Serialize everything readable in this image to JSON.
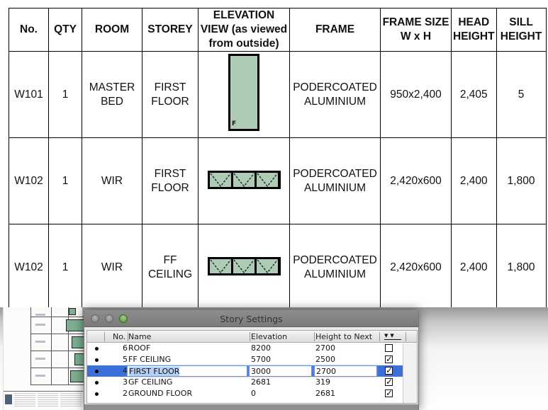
{
  "schedule": {
    "headers": {
      "no": "No.",
      "qty": "QTY",
      "room": "ROOM",
      "storey": "STOREY",
      "elevation": "ELEVATION VIEW (as viewed from outside)",
      "frame": "FRAME",
      "frame_size": "FRAME SIZE W x H",
      "head_height": "HEAD HEIGHT",
      "sill_height": "SILL HEIGHT"
    },
    "rows": [
      {
        "no": "W101",
        "qty": "1",
        "room": "MASTER BED",
        "storey": "FIRST FLOOR",
        "elevation_type": "fixed-tall",
        "elevation_flag": "F",
        "frame": "PODERCOATED ALUMINIUM",
        "frame_size": "950x2,400",
        "head_height": "2,405",
        "sill_height": "5"
      },
      {
        "no": "W102",
        "qty": "1",
        "room": "WIR",
        "storey": "FIRST FLOOR",
        "elevation_type": "awning-3-pane",
        "frame": "PODERCOATED ALUMINIUM",
        "frame_size": "2,420x600",
        "head_height": "2,400",
        "sill_height": "1,800"
      },
      {
        "no": "W102",
        "qty": "1",
        "room": "WIR",
        "storey": "FF CEILING",
        "elevation_type": "awning-3-pane",
        "frame": "PODERCOATED ALUMINIUM",
        "frame_size": "2,420x600",
        "head_height": "2,400",
        "sill_height": "1,800"
      }
    ],
    "glass_color": "#aecbb5"
  },
  "dialog": {
    "title": "Story Settings",
    "columns": {
      "no": "No.",
      "name": "Name",
      "elevation": "Elevation",
      "height_to_next": "Height to Next",
      "show_icon": "sort-arrows-icon"
    },
    "rows": [
      {
        "no": "6",
        "name": "ROOF",
        "elevation": "8200",
        "height_to_next": "2700",
        "checked": false,
        "selected": false
      },
      {
        "no": "5",
        "name": "FF CEILING",
        "elevation": "5700",
        "height_to_next": "2500",
        "checked": true,
        "selected": false
      },
      {
        "no": "4",
        "name": "FIRST FLOOR",
        "elevation": "3000",
        "height_to_next": "2700",
        "checked": true,
        "selected": true
      },
      {
        "no": "3",
        "name": "GF CEILING",
        "elevation": "2681",
        "height_to_next": "319",
        "checked": true,
        "selected": false
      },
      {
        "no": "2",
        "name": "GROUND FLOOR",
        "elevation": "0",
        "height_to_next": "2681",
        "checked": true,
        "selected": false
      }
    ],
    "selection_color": "#3d6fd8",
    "check_glyph": "✓"
  }
}
